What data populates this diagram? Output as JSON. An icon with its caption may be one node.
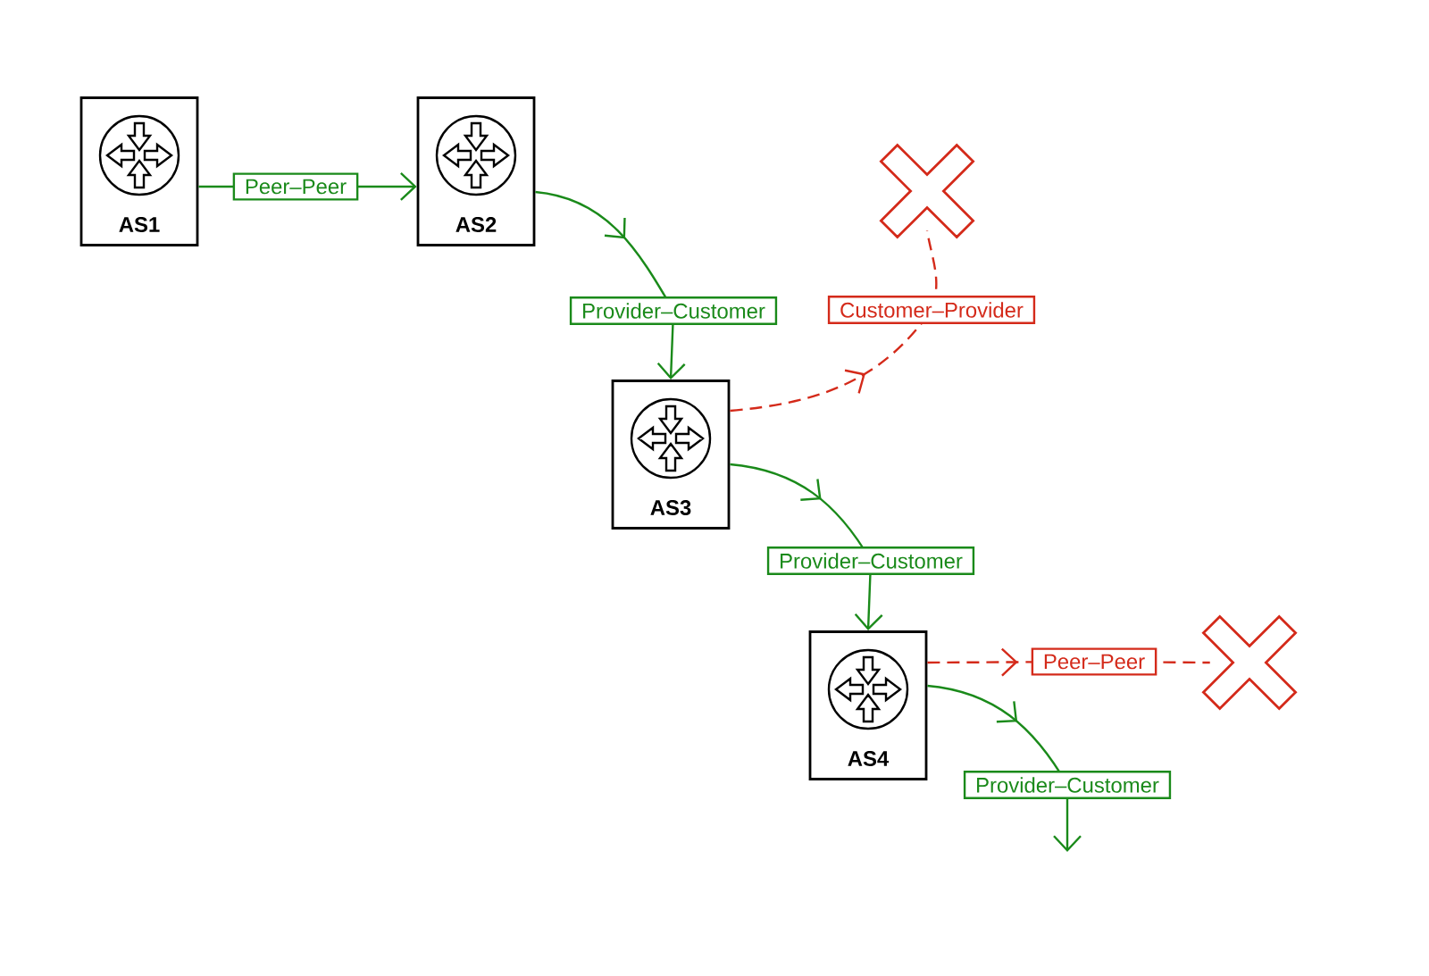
{
  "diagram": {
    "nodes": [
      {
        "text": [
          "AS1"
        ]
      },
      {
        "text": [
          "AS2"
        ]
      },
      {
        "text": [
          "AS3"
        ]
      },
      {
        "text": [
          "AS4"
        ]
      },
      {
        "text": [],
        "shape": "cross"
      },
      {
        "text": [],
        "shape": "cross"
      }
    ],
    "edges": [
      {
        "from": 0,
        "to": 1,
        "arrow": "to",
        "label": "Peer–Peer"
      },
      {
        "from": 1,
        "to": 2,
        "arrow": "to",
        "label": "Provider–Customer"
      },
      {
        "from": 2,
        "to": 4,
        "arrow": "to",
        "label": "Customer–Provider",
        "style": "dashed",
        "color": "#d42a1a"
      },
      {
        "from": 2,
        "to": 3,
        "arrow": "to",
        "label": "Provider–Customer"
      },
      {
        "from": 3,
        "to": 5,
        "arrow": "to",
        "label": "Peer–Peer",
        "style": "dashed",
        "color": "#d42a1a"
      },
      {
        "from": 3,
        "to": null,
        "arrow": "to",
        "label": "Provider–Customer"
      }
    ]
  }
}
